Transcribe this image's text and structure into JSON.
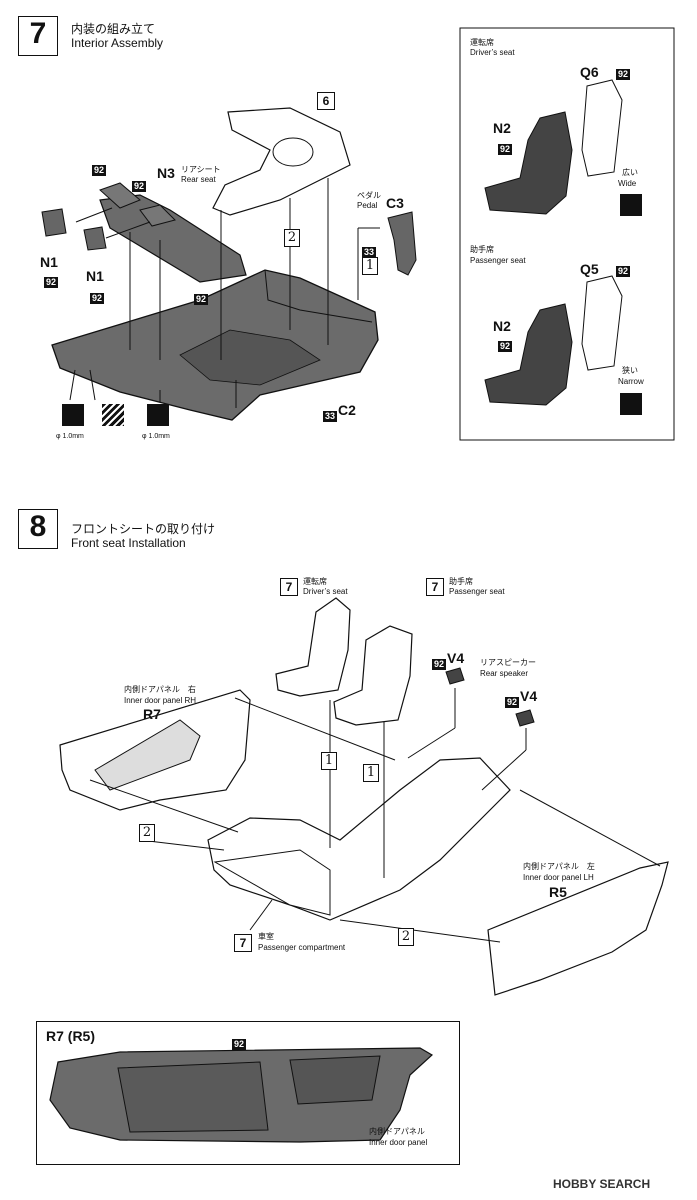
{
  "step7": {
    "number": "7",
    "title_jp": "内装の組み立て",
    "title_en": "Interior Assembly",
    "ref_box": "6",
    "rear_seat_jp": "リアシート",
    "rear_seat_en": "Rear seat",
    "rear_seat_code": "N3",
    "pedal_jp": "ペダル",
    "pedal_en": "Pedal",
    "pedal_code": "C3",
    "paint_33": "33",
    "paint_92": "92",
    "sub_1": "1",
    "sub_2": "2",
    "part_n1a": "N1",
    "part_n1b": "N1",
    "floor_code": "C2",
    "drill_a": "φ 1.0mm",
    "drill_b": "φ 1.0mm",
    "inset": {
      "driver_jp": "運転席",
      "driver_en": "Driver’s seat",
      "q6": "Q6",
      "n2a": "N2",
      "wide_jp": "広い",
      "wide_en": "Wide",
      "passenger_jp": "助手席",
      "passenger_en": "Passenger seat",
      "q5": "Q5",
      "n2b": "N2",
      "narrow_jp": "狭い",
      "narrow_en": "Narrow"
    }
  },
  "step8": {
    "number": "8",
    "title_jp": "フロントシートの取り付け",
    "title_en": "Front seat Installation",
    "driver_ref": "7",
    "driver_jp": "運転席",
    "driver_en": "Driver’s seat",
    "passenger_ref": "7",
    "passenger_jp": "助手席",
    "passenger_en": "Passenger seat",
    "v4a": "V4",
    "v4b": "V4",
    "speaker_jp": "リアスピーカー",
    "speaker_en": "Rear speaker",
    "rh_jp": "内側ドアパネル　右",
    "rh_en": "Inner door panel RH",
    "rh_code": "R7",
    "lh_jp": "内側ドアパネル　左",
    "lh_en": "Inner door panel LH",
    "lh_code": "R5",
    "compartment_ref": "7",
    "compartment_jp": "車室",
    "compartment_en": "Passenger compartment",
    "sub_1a": "1",
    "sub_1b": "1",
    "sub_2a": "2",
    "sub_2b": "2",
    "detail_title": "R7 (R5)",
    "detail_paint": "92",
    "detail_jp": "内側ドアパネル",
    "detail_en": "Inner door panel"
  },
  "watermark": "HOBBY SEARCH"
}
